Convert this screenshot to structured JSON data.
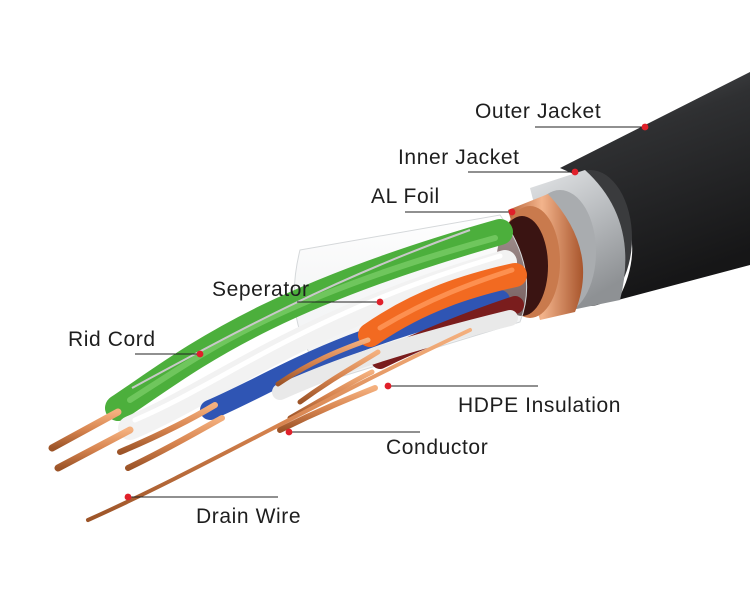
{
  "labels": {
    "outer_jacket": "Outer Jacket",
    "inner_jacket": "Inner Jacket",
    "al_foil": "AL Foil",
    "separator": "Seperator",
    "rid_cord": "Rid Cord",
    "hdpe_insulation": "HDPE Insulation",
    "conductor": "Conductor",
    "drain_wire": "Drain Wire"
  },
  "colors": {
    "outer_jacket": "#2a2a2c",
    "inner_jacket": "#b9bcbf",
    "foil": "#d98a5c",
    "copper": "#d7844f",
    "green": "#4caf3c",
    "blue": "#2f55b4",
    "orange": "#f26a21",
    "white": "#f2f2f2",
    "marker": "#e0202a"
  }
}
